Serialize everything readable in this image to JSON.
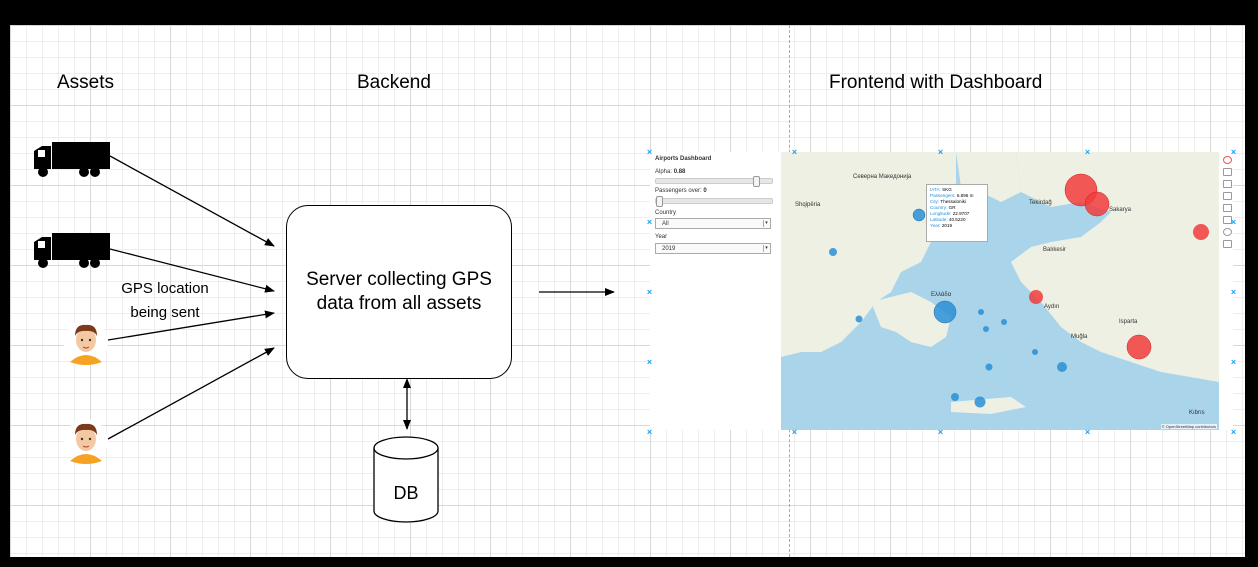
{
  "headings": {
    "assets": "Assets",
    "backend": "Backend",
    "frontend": "Frontend with Dashboard"
  },
  "server_label": "Server collecting GPS data from all assets",
  "gps_label": "GPS location being sent",
  "db_label": "DB",
  "dashboard": {
    "title": "Airports Dashboard",
    "alpha_label": "Alpha:",
    "alpha_value": "0.88",
    "alpha_level": 0.88,
    "passengers_label": "Passengers over:",
    "passengers_value": "0",
    "passengers_level": 0,
    "country_label": "Country",
    "country_value": "All",
    "year_label": "Year",
    "year_value": "2019",
    "tooltip": [
      {
        "k": "IATA:",
        "v": "SKG"
      },
      {
        "k": "Passengers:",
        "v": "6.896 m"
      },
      {
        "k": "City:",
        "v": "Thessaloniki"
      },
      {
        "k": "Country:",
        "v": "GR"
      },
      {
        "k": "Longitude:",
        "v": "22.9707"
      },
      {
        "k": "Latitude:",
        "v": "40.5220"
      },
      {
        "k": "Year:",
        "v": "2019"
      }
    ],
    "map_labels": [
      "Shqipëria",
      "Северна Македонија",
      "Ελλάδα",
      "Tekirdağ",
      "Sakarya",
      "Balıkesir",
      "Aydın",
      "Isparta",
      "Muğla",
      "Kıbrıs"
    ],
    "attribution": "© OpenStreetMap contributors",
    "colors": {
      "domestic": "#2a8fd6",
      "foreign": "#f03c3c"
    }
  },
  "icons": [
    "truck-icon",
    "truck-icon",
    "person-avatar-icon",
    "person-avatar-icon",
    "database-cylinder-icon"
  ]
}
